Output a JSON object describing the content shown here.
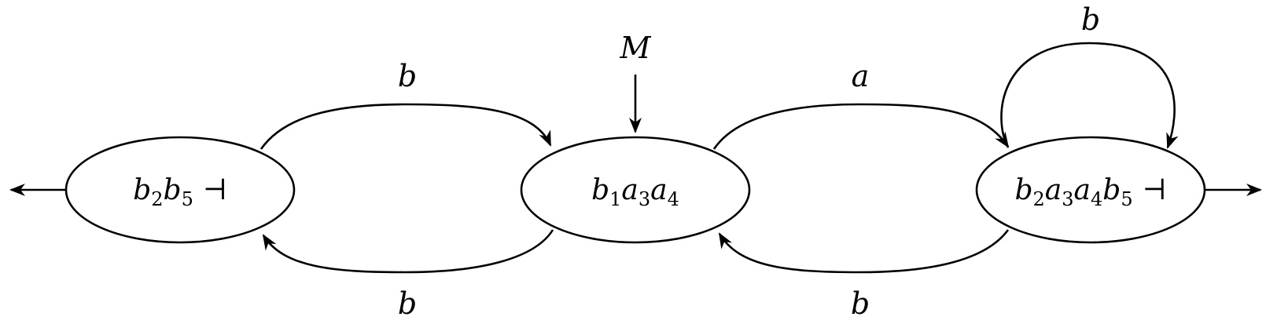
{
  "diagram": {
    "start_label": "M",
    "states": [
      {
        "id": "q_left",
        "parts": [
          [
            "b",
            "2"
          ],
          [
            "b",
            "5"
          ]
        ],
        "end": "⊣"
      },
      {
        "id": "q_mid",
        "parts": [
          [
            "b",
            "1"
          ],
          [
            "a",
            "3"
          ],
          [
            "a",
            "4"
          ]
        ],
        "end": ""
      },
      {
        "id": "q_right",
        "parts": [
          [
            "b",
            "2"
          ],
          [
            "a",
            "3"
          ],
          [
            "a",
            "4"
          ],
          [
            "b",
            "5"
          ]
        ],
        "end": "⊣"
      }
    ],
    "edges": {
      "left_to_mid": "b",
      "mid_to_left": "b",
      "mid_to_right": "a",
      "right_to_mid": "b",
      "right_self": "b"
    }
  }
}
